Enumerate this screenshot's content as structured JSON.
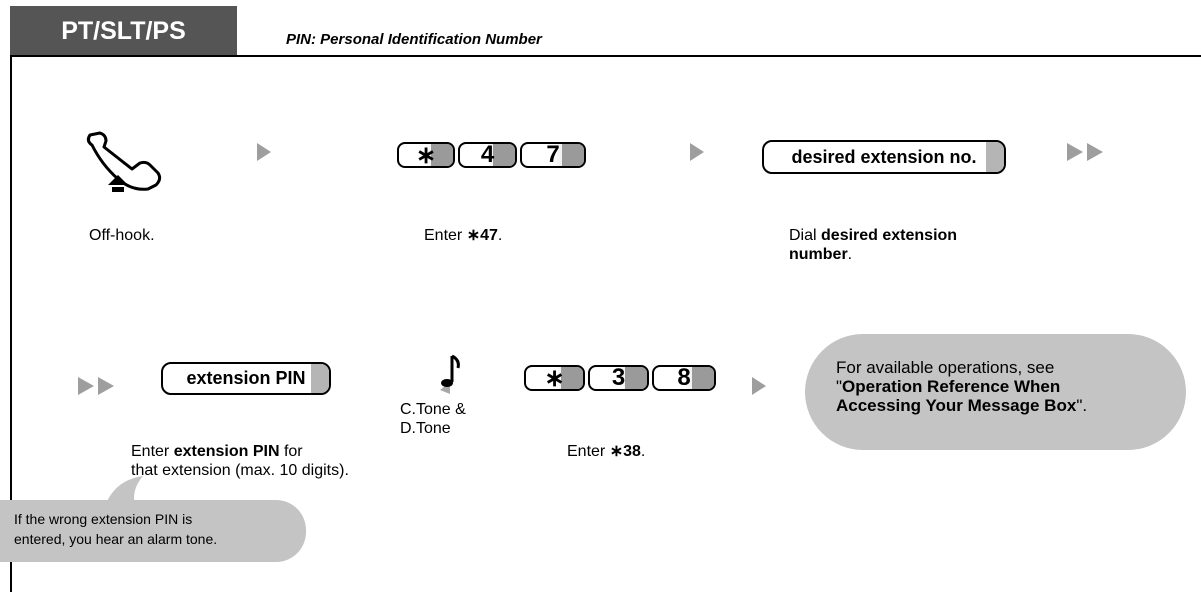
{
  "header": {
    "tab_label": "PT/SLT/PS",
    "subtitle": "PIN: Personal Identification Number"
  },
  "row1": {
    "step1_caption": "Off-hook.",
    "step2_keys": [
      "∗",
      "4",
      "7"
    ],
    "step2_caption_prefix": "Enter ",
    "step2_caption_bold": "∗47",
    "step2_caption_suffix": ".",
    "step3_key_label": "desired extension no.",
    "step3_caption_prefix": "Dial ",
    "step3_caption_bold": "desired extension number",
    "step3_caption_suffix": "."
  },
  "row2": {
    "step1_key_label": "extension PIN",
    "step1_caption_prefix": "Enter ",
    "step1_caption_bold": "extension PIN",
    "step1_caption_mid": " for",
    "step1_caption_line2": "that extension (max. 10 digits).",
    "tone_line1": "C.Tone &",
    "tone_line2": "D.Tone",
    "step2_keys": [
      "∗",
      "3",
      "8"
    ],
    "step2_caption_prefix": "Enter ",
    "step2_caption_bold": "∗38",
    "step2_caption_suffix": ".",
    "bubble_line1": "For available operations, see",
    "bubble_line2_bold": "Operation Reference When",
    "bubble_line3_bold": "Accessing Your Message Box",
    "bubble_quote_open": "\"",
    "bubble_quote_close": "\"."
  },
  "note": {
    "line1": "If the wrong extension PIN is",
    "line2": "entered, you hear an alarm tone."
  },
  "icons": {
    "handset": "off-hook-handset-icon",
    "arrow": "play-arrow-icon",
    "double_arrow": "double-arrow-icon",
    "tone": "music-note-icon"
  }
}
